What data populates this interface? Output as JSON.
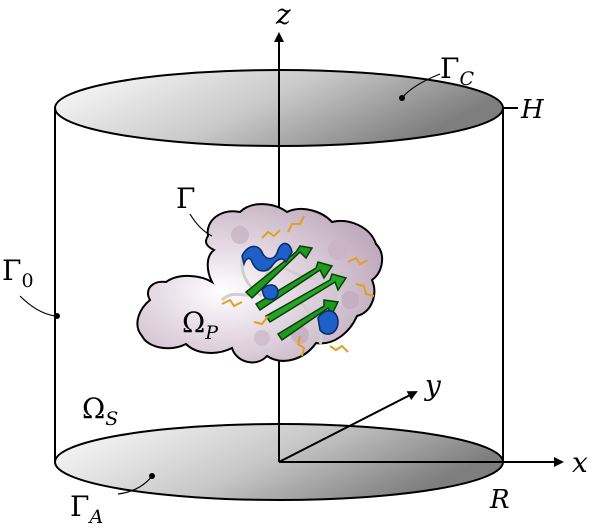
{
  "labels": {
    "gamma_c": {
      "main": "Γ",
      "sub": "C"
    },
    "gamma": {
      "main": "Γ"
    },
    "gamma_0": {
      "main": "Γ",
      "sub": "0"
    },
    "gamma_a": {
      "main": "Γ",
      "sub": "A"
    },
    "omega_p": {
      "main": "Ω",
      "sub": "P"
    },
    "omega_s": {
      "main": "Ω",
      "sub": "S"
    },
    "axis_z": "z",
    "axis_y": "y",
    "axis_x": "x",
    "height": "H",
    "radius": "R"
  },
  "colors": {
    "stroke": "#000000",
    "cap_light": "#ffffff",
    "cap_dark": "#8a8a8a",
    "surface": "#d6c6d4",
    "surface_shadow": "#a991a6",
    "helix": "#1f5fc8",
    "sheet": "#1e9a1e",
    "coil": "#bdbdbd",
    "sidechain": "#e0a020"
  },
  "icons": [
    "protein-surface-icon",
    "cartoon-ribbon-icon"
  ]
}
